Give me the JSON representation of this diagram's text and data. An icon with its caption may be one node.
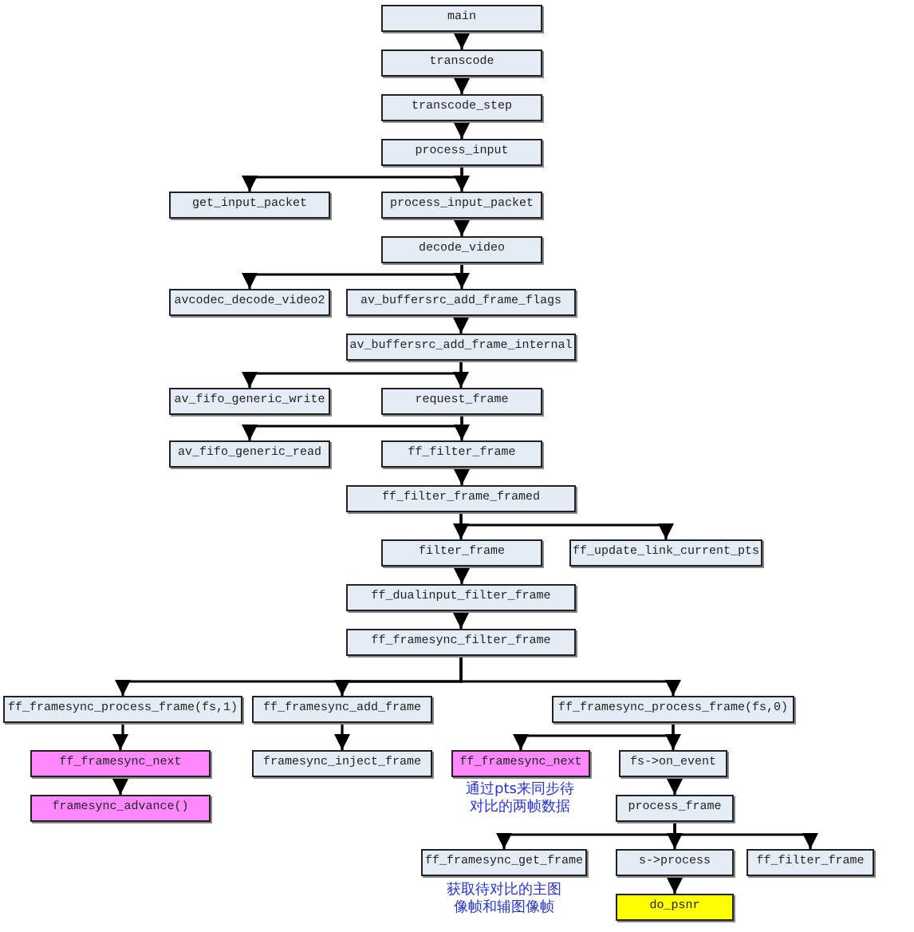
{
  "diagram": {
    "nodes": [
      {
        "text": [
          "main"
        ]
      },
      {
        "text": [
          "transcode"
        ]
      },
      {
        "text": [
          "transcode_step"
        ]
      },
      {
        "text": [
          "process_input"
        ]
      },
      {
        "text": [
          "get_input_packet"
        ]
      },
      {
        "text": [
          "process_input_packet"
        ]
      },
      {
        "text": [
          "decode_video"
        ]
      },
      {
        "text": [
          "avcodec_decode_video2"
        ]
      },
      {
        "text": [
          "av_buffersrc_add_frame_flags"
        ]
      },
      {
        "text": [
          "av_buffersrc_add_frame_internal"
        ]
      },
      {
        "text": [
          "av_fifo_generic_write"
        ]
      },
      {
        "text": [
          "request_frame"
        ]
      },
      {
        "text": [
          "av_fifo_generic_read"
        ]
      },
      {
        "text": [
          "ff_filter_frame"
        ]
      },
      {
        "text": [
          "ff_filter_frame_framed"
        ]
      },
      {
        "text": [
          "filter_frame"
        ]
      },
      {
        "text": [
          "ff_update_link_current_pts"
        ]
      },
      {
        "text": [
          "ff_dualinput_filter_frame"
        ]
      },
      {
        "text": [
          "ff_framesync_filter_frame"
        ]
      },
      {
        "text": [
          "ff_framesync_process_frame(fs,1)"
        ]
      },
      {
        "text": [
          "ff_framesync_add_frame"
        ]
      },
      {
        "text": [
          "ff_framesync_process_frame(fs,0)"
        ]
      },
      {
        "text": [
          "ff_framesync_next"
        ]
      },
      {
        "text": [
          "framesync_inject_frame"
        ]
      },
      {
        "text": [
          "ff_framesync_next"
        ],
        "beside": [
          "通过pts来同步待对比的两帧数据"
        ]
      },
      {
        "text": [
          "fs->on_event"
        ]
      },
      {
        "text": [
          "framesync_advance()"
        ]
      },
      {
        "text": [
          "process_frame"
        ]
      },
      {
        "text": [
          "ff_framesync_get_frame"
        ],
        "beside": [
          "获取待对比的主图像帧和辅图像帧"
        ]
      },
      {
        "text": [
          "s->process"
        ]
      },
      {
        "text": [
          "ff_filter_frame"
        ]
      },
      {
        "text": [
          "do_psnr"
        ]
      }
    ],
    "edges": [
      {
        "from": 0,
        "to": 1,
        "arrow": "to"
      },
      {
        "from": 1,
        "to": 2,
        "arrow": "to"
      },
      {
        "from": 2,
        "to": 3,
        "arrow": "to"
      },
      {
        "from": 3,
        "to": 4,
        "arrow": "to"
      },
      {
        "from": 3,
        "to": 5,
        "arrow": "to"
      },
      {
        "from": 5,
        "to": 6,
        "arrow": "to"
      },
      {
        "from": 6,
        "to": 7,
        "arrow": "to"
      },
      {
        "from": 6,
        "to": 8,
        "arrow": "to"
      },
      {
        "from": 8,
        "to": 9,
        "arrow": "to"
      },
      {
        "from": 9,
        "to": 10,
        "arrow": "to"
      },
      {
        "from": 9,
        "to": 11,
        "arrow": "to"
      },
      {
        "from": 11,
        "to": 12,
        "arrow": "to"
      },
      {
        "from": 11,
        "to": 13,
        "arrow": "to"
      },
      {
        "from": 13,
        "to": 14,
        "arrow": "to"
      },
      {
        "from": 14,
        "to": 15,
        "arrow": "to"
      },
      {
        "from": 14,
        "to": 16,
        "arrow": "to"
      },
      {
        "from": 15,
        "to": 17,
        "arrow": "to"
      },
      {
        "from": 17,
        "to": 18,
        "arrow": "to"
      },
      {
        "from": 18,
        "to": 19,
        "arrow": "to"
      },
      {
        "from": 18,
        "to": 20,
        "arrow": "to"
      },
      {
        "from": 18,
        "to": 21,
        "arrow": "to"
      },
      {
        "from": 19,
        "to": 22,
        "arrow": "to"
      },
      {
        "from": 22,
        "to": 26,
        "arrow": "to"
      },
      {
        "from": 20,
        "to": 23,
        "arrow": "to"
      },
      {
        "from": 21,
        "to": 24,
        "arrow": "to"
      },
      {
        "from": 21,
        "to": 25,
        "arrow": "to"
      },
      {
        "from": 25,
        "to": 27,
        "arrow": "to"
      },
      {
        "from": 27,
        "to": 28,
        "arrow": "to"
      },
      {
        "from": 27,
        "to": 29,
        "arrow": "to"
      },
      {
        "from": 27,
        "to": 30,
        "arrow": "to"
      },
      {
        "from": 29,
        "to": 31,
        "arrow": "to"
      }
    ]
  }
}
